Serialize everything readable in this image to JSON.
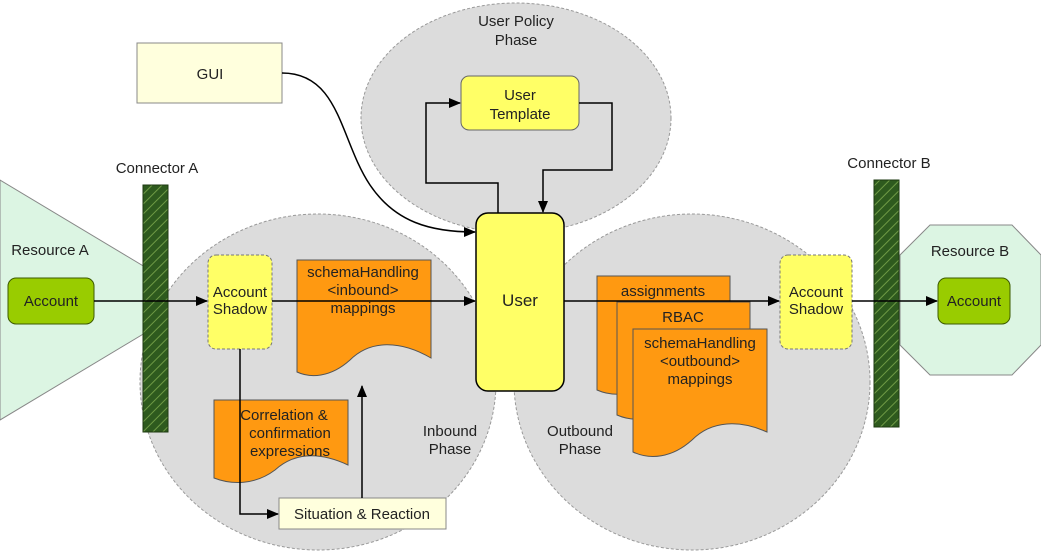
{
  "phases": {
    "user_policy": [
      "User Policy",
      "Phase"
    ],
    "inbound": [
      "Inbound",
      "Phase"
    ],
    "outbound": [
      "Outbound",
      "Phase"
    ]
  },
  "nodes": {
    "gui": "GUI",
    "user_template": [
      "User",
      "Template"
    ],
    "user": "User",
    "connector_a": "Connector A",
    "connector_b": "Connector B",
    "resource_a": "Resource A",
    "resource_b": "Resource B",
    "account_a": "Account",
    "account_b": "Account",
    "account_shadow_a": [
      "Account",
      "Shadow"
    ],
    "account_shadow_b": [
      "Account",
      "Shadow"
    ],
    "schema_inbound": [
      "schemaHandling",
      "<inbound>",
      "mappings"
    ],
    "correlation": [
      "Correlation &",
      "confirmation",
      "expressions"
    ],
    "situation": "Situation & Reaction",
    "assignments": "assignments",
    "rbac": "RBAC",
    "schema_outbound": [
      "schemaHandling",
      "<outbound>",
      "mappings"
    ]
  },
  "colors": {
    "phase_fill": "#dcdcdc",
    "resource_fill": "#dcf5e3",
    "account_fill": "#99cc00",
    "connector_fill": "#2e5a1e",
    "yellow_fill": "#ffff66",
    "orange_fill": "#ff9911",
    "gui_fill": "#ffffdd"
  }
}
